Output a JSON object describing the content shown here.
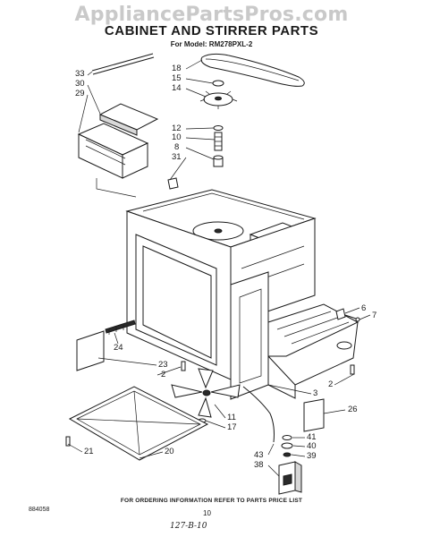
{
  "watermark": "AppliancePartsPros.com",
  "title": "CABINET AND STIRRER PARTS",
  "subtitle": "For Model: RM278PXL-2",
  "footer_note": "FOR ORDERING INFORMATION REFER TO PARTS PRICE LIST",
  "page_number": "10",
  "document_number": "884058",
  "handwritten_note": "127-B-10",
  "callouts": [
    "33",
    "30",
    "29",
    "18",
    "15",
    "14",
    "12",
    "10",
    "8",
    "31",
    "6",
    "7",
    "24",
    "23",
    "2",
    "3",
    "2",
    "26",
    "11",
    "17",
    "41",
    "40",
    "39",
    "43",
    "38",
    "21",
    "20"
  ]
}
